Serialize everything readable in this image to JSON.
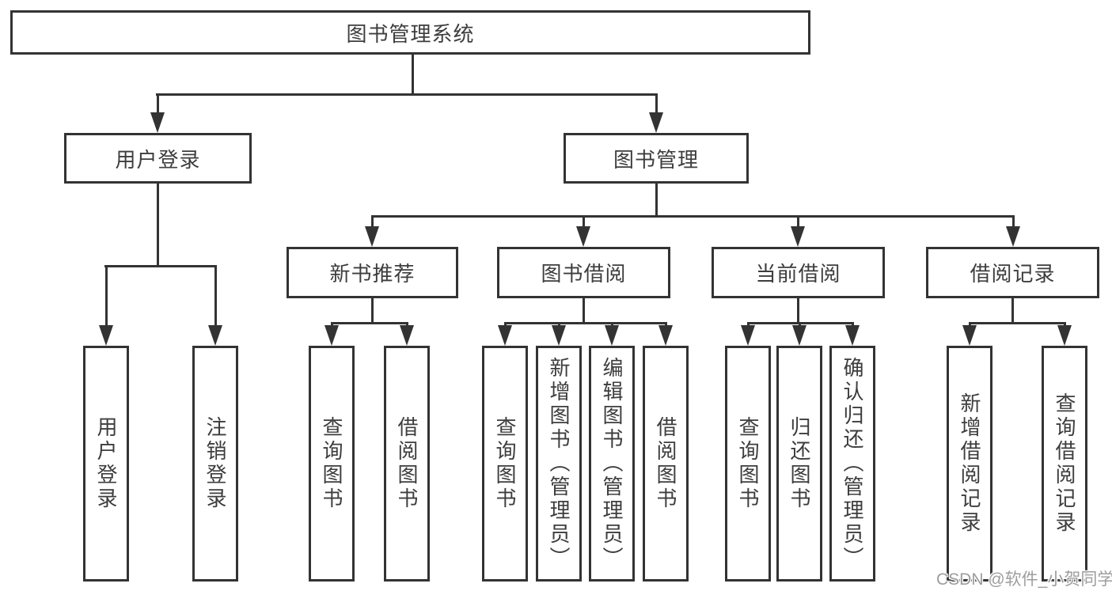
{
  "nodes": {
    "root": "图书管理系统",
    "level2": {
      "user_login": "用户登录",
      "book_management": "图书管理"
    },
    "level3": {
      "new_book_recommend": "新书推荐",
      "book_borrowing": "图书借阅",
      "current_borrowing": "当前借阅",
      "borrowing_records": "借阅记录"
    },
    "leaves": {
      "user_login": [
        "用户登录",
        "注销登录"
      ],
      "new_book_recommend": [
        "查询图书",
        "借阅图书"
      ],
      "book_borrowing": [
        "查询图书",
        "新增图书（管理员）",
        "编辑图书（管理员）",
        "借阅图书"
      ],
      "current_borrowing": [
        "查询图书",
        "归还图书",
        "确认归还（管理员）"
      ],
      "borrowing_records": [
        "新增借阅记录",
        "查询借阅记录"
      ]
    }
  },
  "watermark": "CSDN @软件_小贺同学",
  "colors": {
    "line": "#333333",
    "text": "#3d3d3d",
    "background": "#ffffff",
    "watermark": "#9d9d9d"
  }
}
